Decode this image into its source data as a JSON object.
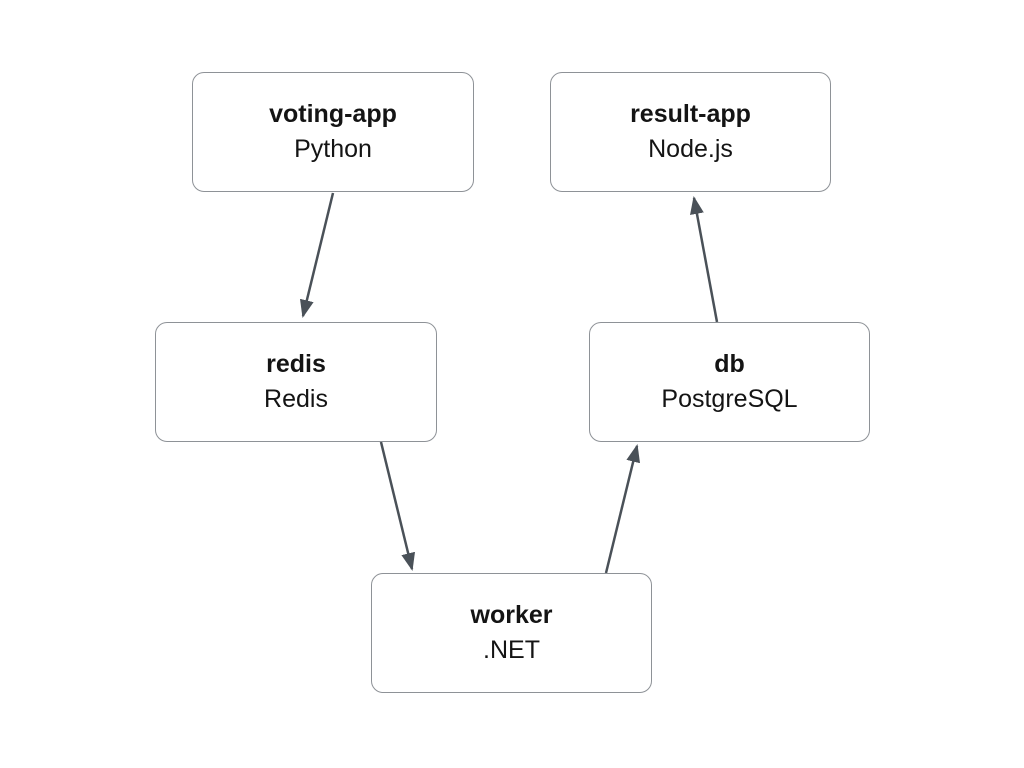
{
  "diagram": {
    "nodes": [
      {
        "id": "voting-app",
        "title": "voting-app",
        "subtitle": "Python"
      },
      {
        "id": "result-app",
        "title": "result-app",
        "subtitle": "Node.js"
      },
      {
        "id": "redis",
        "title": "redis",
        "subtitle": "Redis"
      },
      {
        "id": "db",
        "title": "db",
        "subtitle": "PostgreSQL"
      },
      {
        "id": "worker",
        "title": "worker",
        "subtitle": ".NET"
      }
    ],
    "edges": [
      {
        "from": "voting-app",
        "to": "redis"
      },
      {
        "from": "redis",
        "to": "worker"
      },
      {
        "from": "worker",
        "to": "db"
      },
      {
        "from": "db",
        "to": "result-app"
      }
    ],
    "colors": {
      "background": "#ffffff",
      "box_border": "#8e9297",
      "arrow": "#4a5158",
      "text": "#141414"
    }
  }
}
